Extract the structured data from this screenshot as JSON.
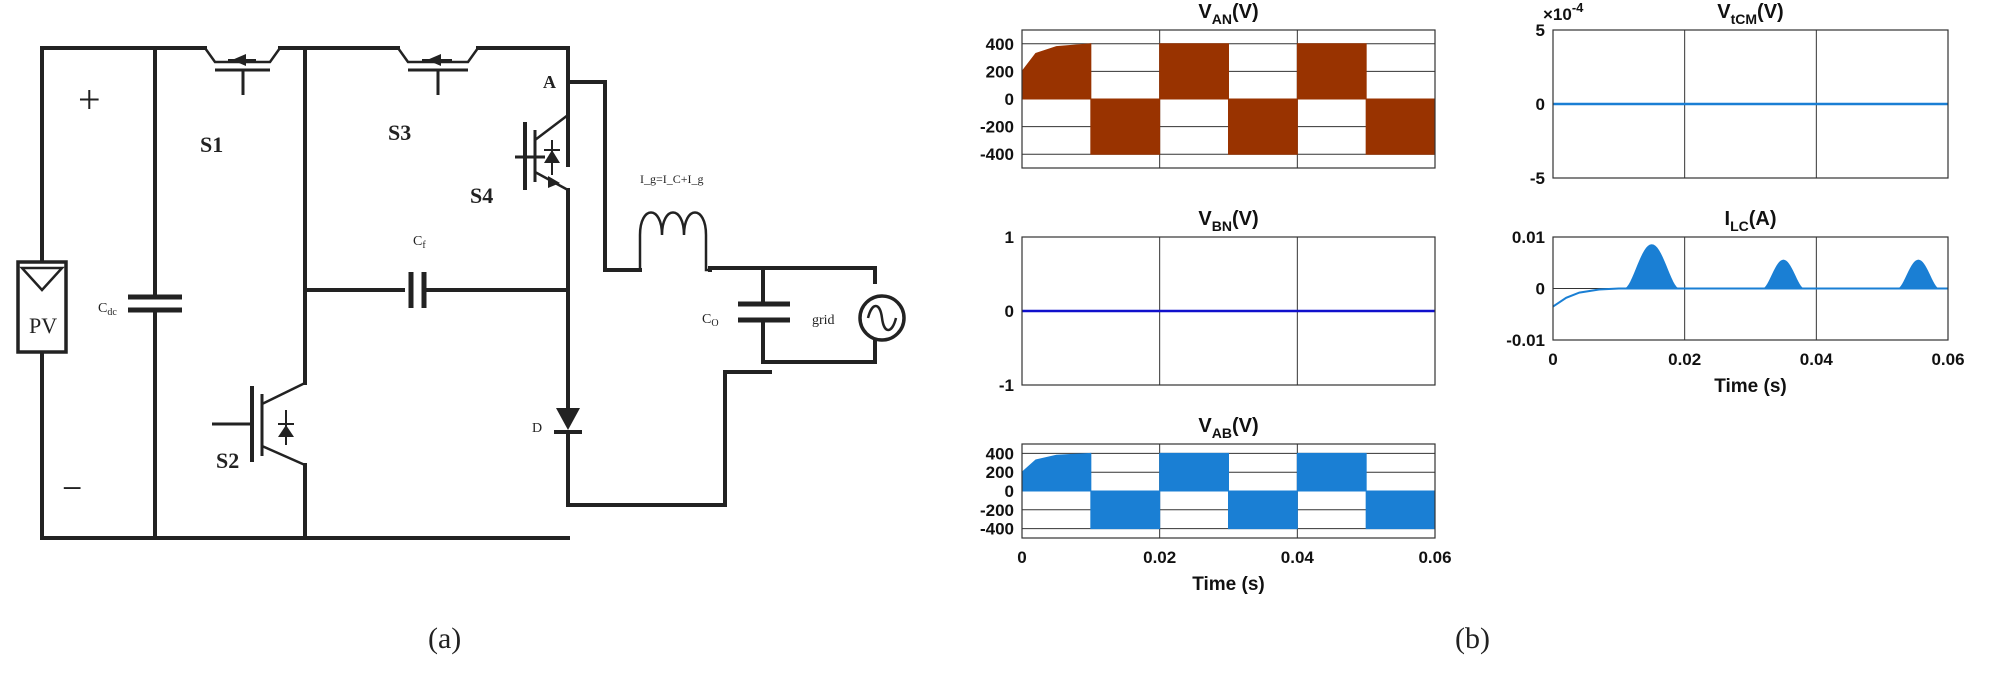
{
  "captions": {
    "a": "(a)",
    "b": "(b)"
  },
  "circuit": {
    "plus": "+",
    "minus": "−",
    "pv": "PV",
    "c_dc": "C",
    "c_dc_sub": "dc",
    "c_f": "C",
    "c_f_sub": "f",
    "c_o": "C",
    "c_o_sub": "O",
    "s1": "S1",
    "s2": "S2",
    "s3": "S3",
    "s4": "S4",
    "node_a": "A",
    "diode": "D",
    "inductor": "I_g=I_C+I_g",
    "grid": "grid"
  },
  "colors": {
    "van": "#993300",
    "vbn": "#1010cc",
    "blue": "#1a7fd4",
    "wire": "#222222"
  },
  "chart_data": [
    {
      "id": "van",
      "type": "line",
      "title": "V",
      "title_sub": "AN",
      "title_unit": "(V)",
      "xlim": [
        0,
        0.06
      ],
      "ylim": [
        -500,
        500
      ],
      "yticks": [
        400,
        200,
        0,
        -200,
        -400
      ],
      "ytick_labels": [
        "400",
        "200",
        "0",
        "-200",
        "-400"
      ],
      "xtick_labels": [],
      "waveform": "switching band; envelope rises to 400 over 0–0.01 s, then alternates +400 / -400 every 0.01 s",
      "envelope": [
        [
          0,
          0,
          200
        ],
        [
          0.002,
          0,
          330
        ],
        [
          0.005,
          0,
          380
        ],
        [
          0.01,
          0,
          400
        ],
        [
          0.01,
          -400,
          0
        ],
        [
          0.02,
          -400,
          0
        ],
        [
          0.02,
          0,
          400
        ],
        [
          0.03,
          0,
          400
        ],
        [
          0.03,
          -400,
          0
        ],
        [
          0.04,
          -400,
          0
        ],
        [
          0.04,
          0,
          400
        ],
        [
          0.05,
          0,
          400
        ],
        [
          0.05,
          -400,
          0
        ],
        [
          0.06,
          -400,
          0
        ]
      ]
    },
    {
      "id": "vbn",
      "type": "line",
      "title": "V",
      "title_sub": "BN",
      "title_unit": "(V)",
      "xlim": [
        0,
        0.06
      ],
      "ylim": [
        -1,
        1
      ],
      "yticks": [
        1,
        0,
        -1
      ],
      "ytick_labels": [
        "1",
        "0",
        "-1"
      ],
      "xtick_labels": [],
      "x": [
        0,
        0.06
      ],
      "y": [
        0,
        0
      ]
    },
    {
      "id": "vab",
      "type": "line",
      "title": "V",
      "title_sub": "AB",
      "title_unit": "(V)",
      "xlim": [
        0,
        0.06
      ],
      "ylim": [
        -500,
        500
      ],
      "yticks": [
        400,
        200,
        0,
        -200,
        -400
      ],
      "ytick_labels": [
        "400",
        "200",
        "0",
        "-200",
        "-400"
      ],
      "xticks": [
        0,
        0.02,
        0.04,
        0.06
      ],
      "xtick_labels": [
        "0",
        "0.02",
        "0.04",
        "0.06"
      ],
      "xlabel": "Time (s)",
      "envelope": [
        [
          0,
          0,
          200
        ],
        [
          0.002,
          0,
          330
        ],
        [
          0.005,
          0,
          380
        ],
        [
          0.01,
          0,
          400
        ],
        [
          0.01,
          -400,
          0
        ],
        [
          0.02,
          -400,
          0
        ],
        [
          0.02,
          0,
          400
        ],
        [
          0.03,
          0,
          400
        ],
        [
          0.03,
          -400,
          0
        ],
        [
          0.04,
          -400,
          0
        ],
        [
          0.04,
          0,
          400
        ],
        [
          0.05,
          0,
          400
        ],
        [
          0.05,
          -400,
          0
        ],
        [
          0.06,
          -400,
          0
        ]
      ]
    },
    {
      "id": "vtcm",
      "type": "line",
      "title": "V",
      "title_sub": "tCM",
      "title_unit": "(V)",
      "exponent": "×10",
      "exponent_power": "-4",
      "xlim": [
        0,
        0.06
      ],
      "ylim": [
        -5,
        5
      ],
      "yticks": [
        5,
        0,
        -5
      ],
      "ytick_labels": [
        "5",
        "0",
        "-5"
      ],
      "xtick_labels": [],
      "x": [
        0,
        0.06
      ],
      "y": [
        0,
        0
      ]
    },
    {
      "id": "ilc",
      "type": "line",
      "title": "I",
      "title_sub": "LC",
      "title_unit": "(A)",
      "xlim": [
        0,
        0.06
      ],
      "ylim": [
        -0.01,
        0.01
      ],
      "yticks": [
        0.01,
        0,
        -0.01
      ],
      "ytick_labels": [
        "0.01",
        "0",
        "-0.01"
      ],
      "xticks": [
        0,
        0.02,
        0.04,
        0.06
      ],
      "xtick_labels": [
        "0",
        "0.02",
        "0.04",
        "0.06"
      ],
      "xlabel": "Time (s)",
      "initial_transient": [
        [
          0,
          -0.0035
        ],
        [
          0.002,
          -0.0018
        ],
        [
          0.004,
          -0.0008
        ],
        [
          0.007,
          -0.0002
        ],
        [
          0.01,
          0
        ]
      ],
      "pulses": [
        {
          "center": 0.015,
          "width": 0.008,
          "peak": 0.0085
        },
        {
          "center": 0.035,
          "width": 0.006,
          "peak": 0.0055
        },
        {
          "center": 0.0555,
          "width": 0.006,
          "peak": 0.0055
        }
      ]
    }
  ]
}
